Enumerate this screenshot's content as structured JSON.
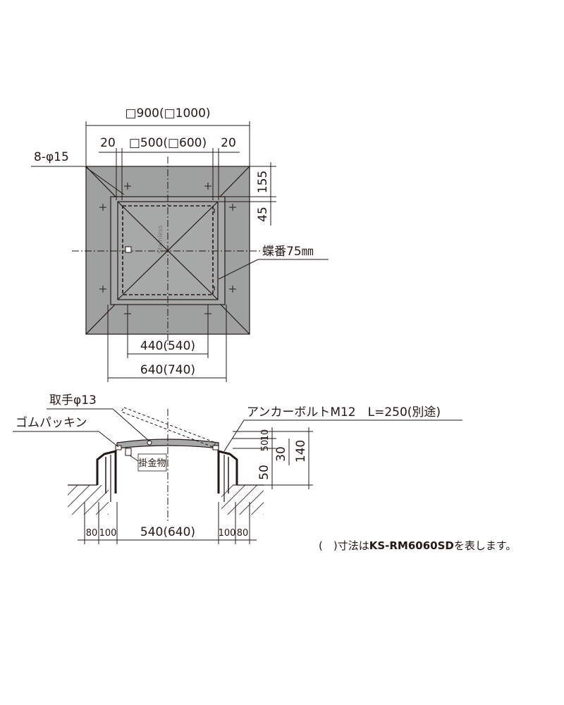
{
  "plan_view": {
    "overall_dim": "□900(□1000)",
    "left_offset": "20",
    "opening_dim": "□500(□600)",
    "right_offset": "20",
    "hole_callout": "8-φ15",
    "dim_155": "155",
    "dim_45": "45",
    "hinge_callout": "蝶番75㎜",
    "dim_440": "440(540)",
    "dim_640": "640(740)",
    "plate_text": "Stainless"
  },
  "section_view": {
    "handle_callout": "取手φ13",
    "gasket_callout": "ゴムパッキン",
    "anchor_callout": "アンカーボルトM12　L=250(別途)",
    "fitting_label": "掛金物",
    "dim_10": "10",
    "dim_50a": "50",
    "dim_30": "30",
    "dim_140": "140",
    "dim_50b": "50",
    "dim_80_left": "80",
    "dim_100_left": "100",
    "dim_540": "540(640)",
    "dim_100_right": "100",
    "dim_80_right": "80"
  },
  "footnote": {
    "prefix": "(　)寸法は",
    "model": "KS-RM6060SD",
    "suffix": "を表します。"
  },
  "colors": {
    "frame_fill": "#9fa0a0",
    "lid_fill": "#a7a8a8",
    "line": "#231815",
    "background": "#ffffff"
  }
}
